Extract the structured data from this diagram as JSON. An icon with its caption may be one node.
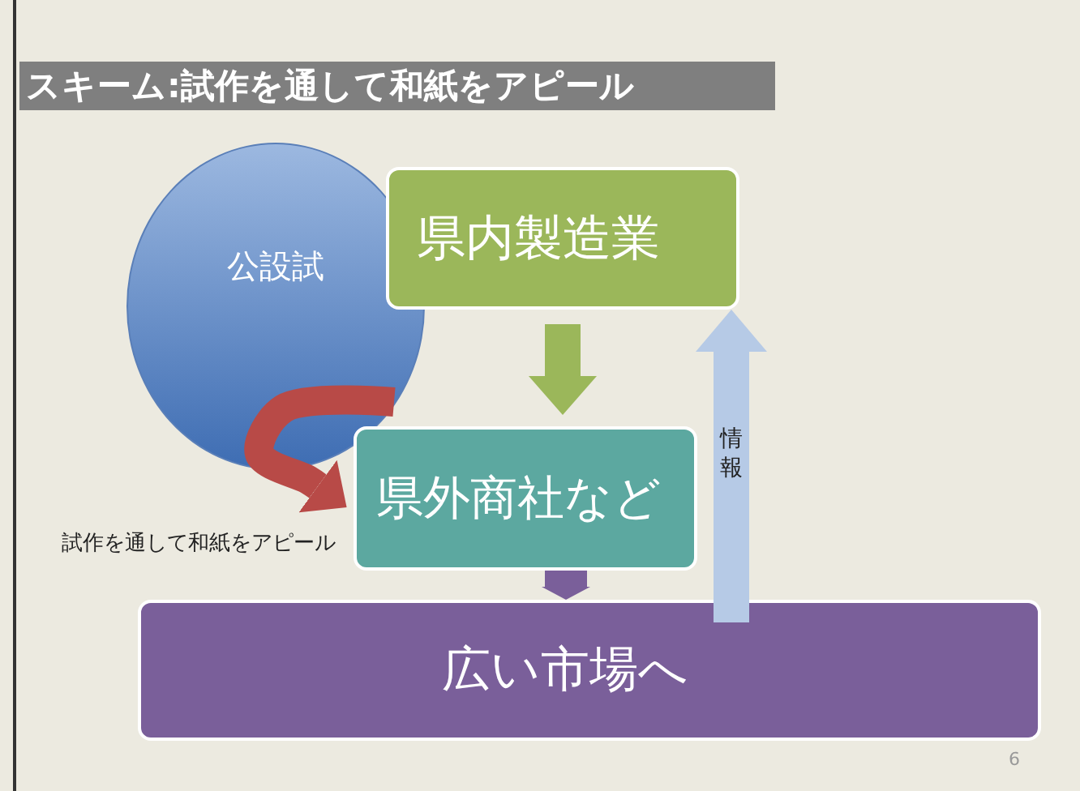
{
  "diagram": {
    "title": "スキーム:試作を通して和紙をアピール",
    "nodes": [
      {
        "text": [
          "公設試"
        ]
      },
      {
        "text": [
          "県内製造業"
        ]
      },
      {
        "text": [
          "県外商社など"
        ]
      },
      {
        "text": [
          "広い市場へ"
        ]
      }
    ],
    "edges": [
      {
        "from": 0,
        "to": 2,
        "arrow": "to",
        "label": "試作を通して和紙をアピール",
        "color": "#b84a47"
      },
      {
        "from": 1,
        "to": 2,
        "arrow": "to",
        "color": "#9bb75a"
      },
      {
        "from": 2,
        "to": 3,
        "arrow": "to",
        "color": "#7a5f9a"
      },
      {
        "from": 3,
        "to": 1,
        "arrow": "to",
        "label": "情報",
        "color": "#b6cae6"
      }
    ],
    "labels": [
      "6"
    ]
  }
}
